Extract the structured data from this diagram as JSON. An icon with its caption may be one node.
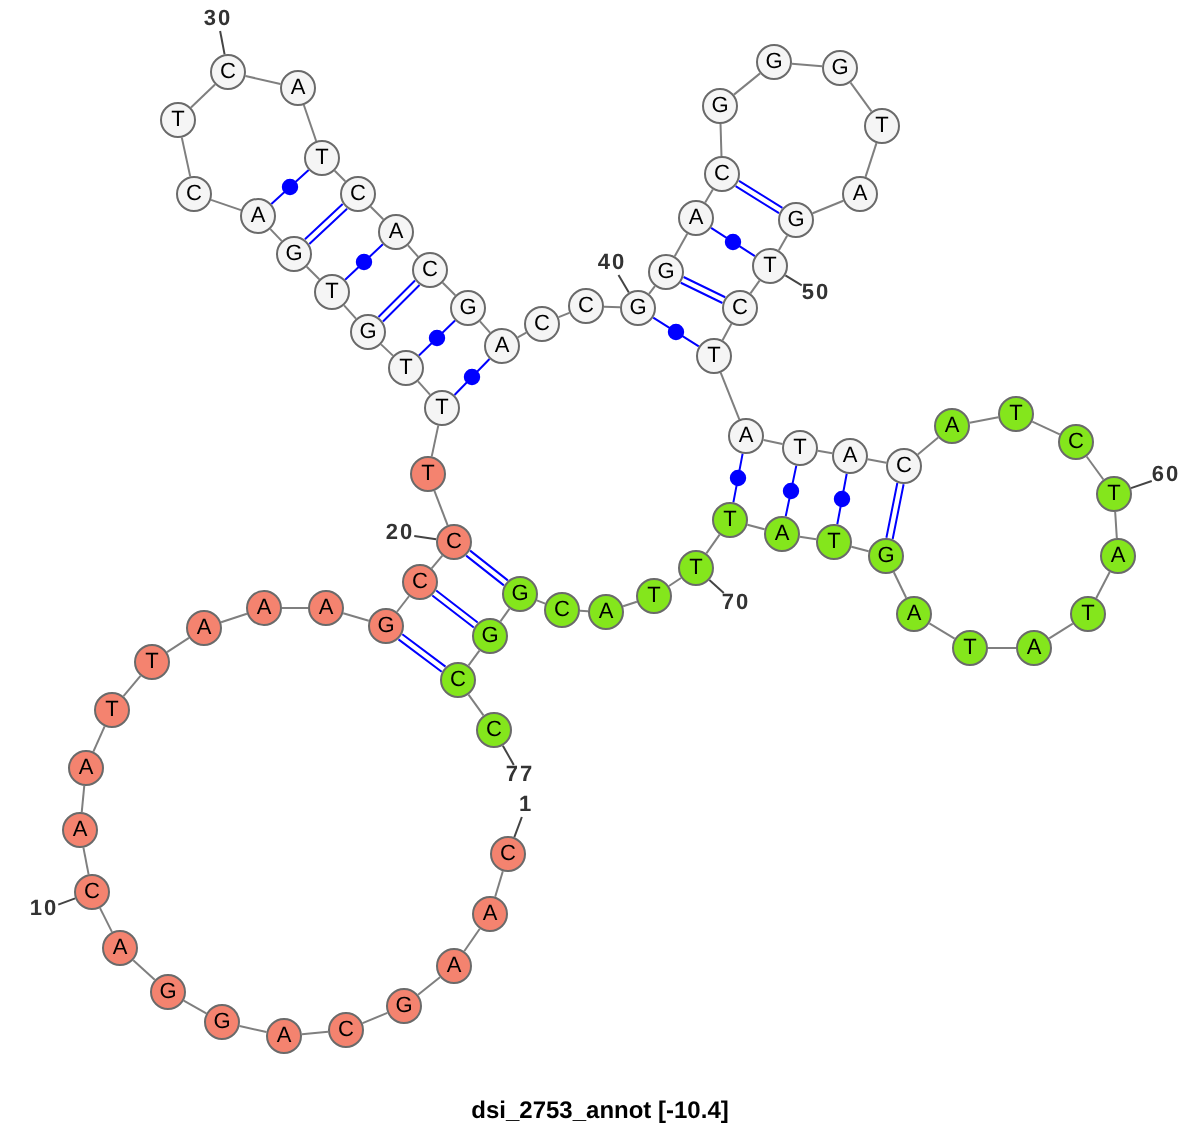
{
  "diagram": {
    "caption": "dsi_2753_annot [-10.4]",
    "nodes": [
      {
        "text": [
          "C"
        ]
      },
      {
        "text": [
          "A"
        ]
      },
      {
        "text": [
          "A"
        ]
      },
      {
        "text": [
          "G"
        ]
      },
      {
        "text": [
          "C"
        ]
      },
      {
        "text": [
          "A"
        ]
      },
      {
        "text": [
          "G"
        ]
      },
      {
        "text": [
          "G"
        ]
      },
      {
        "text": [
          "A"
        ]
      },
      {
        "text": [
          "C"
        ]
      },
      {
        "text": [
          "A"
        ]
      },
      {
        "text": [
          "A"
        ]
      },
      {
        "text": [
          "T"
        ]
      },
      {
        "text": [
          "T"
        ]
      },
      {
        "text": [
          "A"
        ]
      },
      {
        "text": [
          "A"
        ]
      },
      {
        "text": [
          "A"
        ]
      },
      {
        "text": [
          "G"
        ]
      },
      {
        "text": [
          "C"
        ]
      },
      {
        "text": [
          "C"
        ]
      },
      {
        "text": [
          "T"
        ]
      },
      {
        "text": [
          "T"
        ]
      },
      {
        "text": [
          "T"
        ]
      },
      {
        "text": [
          "G"
        ]
      },
      {
        "text": [
          "T"
        ]
      },
      {
        "text": [
          "G"
        ]
      },
      {
        "text": [
          "A"
        ]
      },
      {
        "text": [
          "C"
        ]
      },
      {
        "text": [
          "T"
        ]
      },
      {
        "text": [
          "C"
        ]
      },
      {
        "text": [
          "A"
        ]
      },
      {
        "text": [
          "T"
        ]
      },
      {
        "text": [
          "C"
        ]
      },
      {
        "text": [
          "A"
        ]
      },
      {
        "text": [
          "C"
        ]
      },
      {
        "text": [
          "G"
        ]
      },
      {
        "text": [
          "A"
        ]
      },
      {
        "text": [
          "C"
        ]
      },
      {
        "text": [
          "C"
        ]
      },
      {
        "text": [
          "G"
        ]
      },
      {
        "text": [
          "G"
        ]
      },
      {
        "text": [
          "A"
        ]
      },
      {
        "text": [
          "C"
        ]
      },
      {
        "text": [
          "G"
        ]
      },
      {
        "text": [
          "G"
        ]
      },
      {
        "text": [
          "G"
        ]
      },
      {
        "text": [
          "T"
        ]
      },
      {
        "text": [
          "A"
        ]
      },
      {
        "text": [
          "G"
        ]
      },
      {
        "text": [
          "T"
        ]
      },
      {
        "text": [
          "C"
        ]
      },
      {
        "text": [
          "T"
        ]
      },
      {
        "text": [
          "A"
        ]
      },
      {
        "text": [
          "T"
        ]
      },
      {
        "text": [
          "A"
        ]
      },
      {
        "text": [
          "C"
        ]
      },
      {
        "text": [
          "A"
        ]
      },
      {
        "text": [
          "T"
        ]
      },
      {
        "text": [
          "C"
        ]
      },
      {
        "text": [
          "T"
        ]
      },
      {
        "text": [
          "A"
        ]
      },
      {
        "text": [
          "T"
        ]
      },
      {
        "text": [
          "A"
        ]
      },
      {
        "text": [
          "T"
        ]
      },
      {
        "text": [
          "A"
        ]
      },
      {
        "text": [
          "G"
        ]
      },
      {
        "text": [
          "T"
        ]
      },
      {
        "text": [
          "A"
        ]
      },
      {
        "text": [
          "T"
        ]
      },
      {
        "text": [
          "T"
        ]
      },
      {
        "text": [
          "T"
        ]
      },
      {
        "text": [
          "A"
        ]
      },
      {
        "text": [
          "C"
        ]
      },
      {
        "text": [
          "G"
        ]
      },
      {
        "text": [
          "G"
        ]
      },
      {
        "text": [
          "C"
        ]
      },
      {
        "text": [
          "C"
        ]
      },
      {
        "text": [
          "1"
        ]
      },
      {
        "text": [
          "10"
        ]
      },
      {
        "text": [
          "20"
        ]
      },
      {
        "text": [
          "30"
        ]
      },
      {
        "text": [
          "40"
        ]
      },
      {
        "text": [
          "50"
        ]
      },
      {
        "text": [
          "60"
        ]
      },
      {
        "text": [
          "70"
        ]
      },
      {
        "text": [
          "77"
        ]
      }
    ],
    "edges": [
      {
        "from": 0,
        "to": 1,
        "arrow": "none"
      },
      {
        "from": 1,
        "to": 2,
        "arrow": "none"
      },
      {
        "from": 2,
        "to": 3,
        "arrow": "none"
      },
      {
        "from": 3,
        "to": 4,
        "arrow": "none"
      },
      {
        "from": 4,
        "to": 5,
        "arrow": "none"
      },
      {
        "from": 5,
        "to": 6,
        "arrow": "none"
      },
      {
        "from": 6,
        "to": 7,
        "arrow": "none"
      },
      {
        "from": 7,
        "to": 8,
        "arrow": "none"
      },
      {
        "from": 8,
        "to": 9,
        "arrow": "none"
      },
      {
        "from": 9,
        "to": 10,
        "arrow": "none"
      },
      {
        "from": 10,
        "to": 11,
        "arrow": "none"
      },
      {
        "from": 11,
        "to": 12,
        "arrow": "none"
      },
      {
        "from": 12,
        "to": 13,
        "arrow": "none"
      },
      {
        "from": 13,
        "to": 14,
        "arrow": "none"
      },
      {
        "from": 14,
        "to": 15,
        "arrow": "none"
      },
      {
        "from": 15,
        "to": 16,
        "arrow": "none"
      },
      {
        "from": 16,
        "to": 17,
        "arrow": "none"
      },
      {
        "from": 17,
        "to": 18,
        "arrow": "none"
      },
      {
        "from": 18,
        "to": 19,
        "arrow": "none"
      },
      {
        "from": 19,
        "to": 20,
        "arrow": "none"
      },
      {
        "from": 20,
        "to": 21,
        "arrow": "none"
      },
      {
        "from": 21,
        "to": 22,
        "arrow": "none"
      },
      {
        "from": 22,
        "to": 23,
        "arrow": "none"
      },
      {
        "from": 23,
        "to": 24,
        "arrow": "none"
      },
      {
        "from": 24,
        "to": 25,
        "arrow": "none"
      },
      {
        "from": 25,
        "to": 26,
        "arrow": "none"
      },
      {
        "from": 26,
        "to": 27,
        "arrow": "none"
      },
      {
        "from": 27,
        "to": 28,
        "arrow": "none"
      },
      {
        "from": 28,
        "to": 29,
        "arrow": "none"
      },
      {
        "from": 29,
        "to": 30,
        "arrow": "none"
      },
      {
        "from": 30,
        "to": 31,
        "arrow": "none"
      },
      {
        "from": 31,
        "to": 32,
        "arrow": "none"
      },
      {
        "from": 32,
        "to": 33,
        "arrow": "none"
      },
      {
        "from": 33,
        "to": 34,
        "arrow": "none"
      },
      {
        "from": 34,
        "to": 35,
        "arrow": "none"
      },
      {
        "from": 35,
        "to": 36,
        "arrow": "none"
      },
      {
        "from": 36,
        "to": 37,
        "arrow": "none"
      },
      {
        "from": 37,
        "to": 38,
        "arrow": "none"
      },
      {
        "from": 38,
        "to": 39,
        "arrow": "none"
      },
      {
        "from": 39,
        "to": 40,
        "arrow": "none"
      },
      {
        "from": 40,
        "to": 41,
        "arrow": "none"
      },
      {
        "from": 41,
        "to": 42,
        "arrow": "none"
      },
      {
        "from": 42,
        "to": 43,
        "arrow": "none"
      },
      {
        "from": 43,
        "to": 44,
        "arrow": "none"
      },
      {
        "from": 44,
        "to": 45,
        "arrow": "none"
      },
      {
        "from": 45,
        "to": 46,
        "arrow": "none"
      },
      {
        "from": 46,
        "to": 47,
        "arrow": "none"
      },
      {
        "from": 47,
        "to": 48,
        "arrow": "none"
      },
      {
        "from": 48,
        "to": 49,
        "arrow": "none"
      },
      {
        "from": 49,
        "to": 50,
        "arrow": "none"
      },
      {
        "from": 50,
        "to": 51,
        "arrow": "none"
      },
      {
        "from": 51,
        "to": 52,
        "arrow": "none"
      },
      {
        "from": 52,
        "to": 53,
        "arrow": "none"
      },
      {
        "from": 53,
        "to": 54,
        "arrow": "none"
      },
      {
        "from": 54,
        "to": 55,
        "arrow": "none"
      },
      {
        "from": 55,
        "to": 56,
        "arrow": "none"
      },
      {
        "from": 56,
        "to": 57,
        "arrow": "none"
      },
      {
        "from": 57,
        "to": 58,
        "arrow": "none"
      },
      {
        "from": 58,
        "to": 59,
        "arrow": "none"
      },
      {
        "from": 59,
        "to": 60,
        "arrow": "none"
      },
      {
        "from": 60,
        "to": 61,
        "arrow": "none"
      },
      {
        "from": 61,
        "to": 62,
        "arrow": "none"
      },
      {
        "from": 62,
        "to": 63,
        "arrow": "none"
      },
      {
        "from": 63,
        "to": 64,
        "arrow": "none"
      },
      {
        "from": 64,
        "to": 65,
        "arrow": "none"
      },
      {
        "from": 65,
        "to": 66,
        "arrow": "none"
      },
      {
        "from": 66,
        "to": 67,
        "arrow": "none"
      },
      {
        "from": 67,
        "to": 68,
        "arrow": "none"
      },
      {
        "from": 68,
        "to": 69,
        "arrow": "none"
      },
      {
        "from": 69,
        "to": 70,
        "arrow": "none"
      },
      {
        "from": 70,
        "to": 71,
        "arrow": "none"
      },
      {
        "from": 71,
        "to": 72,
        "arrow": "none"
      },
      {
        "from": 72,
        "to": 73,
        "arrow": "none"
      },
      {
        "from": 73,
        "to": 74,
        "arrow": "none"
      },
      {
        "from": 74,
        "to": 75,
        "arrow": "none"
      },
      {
        "from": 75,
        "to": 76,
        "arrow": "none"
      },
      {
        "from": 17,
        "to": 75,
        "arrow": "none",
        "color": "#0000ff"
      },
      {
        "from": 18,
        "to": 74,
        "arrow": "none",
        "color": "#0000ff"
      },
      {
        "from": 19,
        "to": 73,
        "arrow": "none",
        "color": "#0000ff"
      },
      {
        "from": 21,
        "to": 36,
        "arrow": "none",
        "color": "#0000ff"
      },
      {
        "from": 22,
        "to": 35,
        "arrow": "none",
        "color": "#0000ff"
      },
      {
        "from": 23,
        "to": 34,
        "arrow": "none",
        "color": "#0000ff"
      },
      {
        "from": 24,
        "to": 33,
        "arrow": "none",
        "color": "#0000ff"
      },
      {
        "from": 25,
        "to": 32,
        "arrow": "none",
        "color": "#0000ff"
      },
      {
        "from": 26,
        "to": 31,
        "arrow": "none",
        "color": "#0000ff"
      },
      {
        "from": 39,
        "to": 51,
        "arrow": "none",
        "color": "#0000ff"
      },
      {
        "from": 40,
        "to": 50,
        "arrow": "none",
        "color": "#0000ff"
      },
      {
        "from": 41,
        "to": 49,
        "arrow": "none",
        "color": "#0000ff"
      },
      {
        "from": 42,
        "to": 48,
        "arrow": "none",
        "color": "#0000ff"
      },
      {
        "from": 52,
        "to": 68,
        "arrow": "none",
        "color": "#0000ff"
      },
      {
        "from": 53,
        "to": 67,
        "arrow": "none",
        "color": "#0000ff"
      },
      {
        "from": 54,
        "to": 66,
        "arrow": "none",
        "color": "#0000ff"
      },
      {
        "from": 55,
        "to": 65,
        "arrow": "none",
        "color": "#0000ff"
      },
      {
        "from": 77,
        "to": 0,
        "arrow": "none",
        "color": "#444444"
      },
      {
        "from": 78,
        "to": 9,
        "arrow": "none",
        "color": "#444444"
      },
      {
        "from": 79,
        "to": 19,
        "arrow": "none",
        "color": "#444444"
      },
      {
        "from": 80,
        "to": 29,
        "arrow": "none",
        "color": "#444444"
      },
      {
        "from": 81,
        "to": 39,
        "arrow": "none",
        "color": "#444444"
      },
      {
        "from": 82,
        "to": 49,
        "arrow": "none",
        "color": "#444444"
      },
      {
        "from": 83,
        "to": 59,
        "arrow": "none",
        "color": "#444444"
      },
      {
        "from": 84,
        "to": 69,
        "arrow": "none",
        "color": "#444444"
      },
      {
        "from": 85,
        "to": 76,
        "arrow": "none",
        "color": "#444444"
      }
    ]
  }
}
